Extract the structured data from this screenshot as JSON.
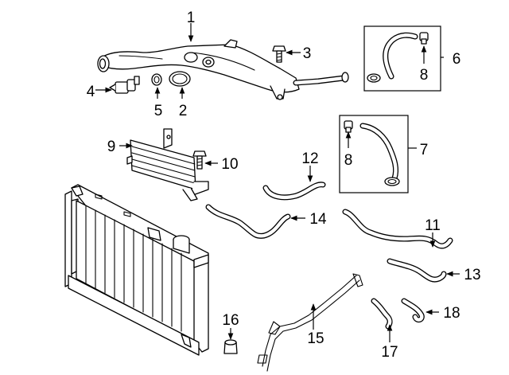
{
  "callouts": {
    "c1": "1",
    "c2": "2",
    "c3": "3",
    "c4": "4",
    "c5": "5",
    "c6": "6",
    "c7": "7",
    "c8a": "8",
    "c8b": "8",
    "c9": "9",
    "c10": "10",
    "c11": "11",
    "c12": "12",
    "c13": "13",
    "c14": "14",
    "c15": "15",
    "c16": "16",
    "c17": "17",
    "c18": "18"
  }
}
